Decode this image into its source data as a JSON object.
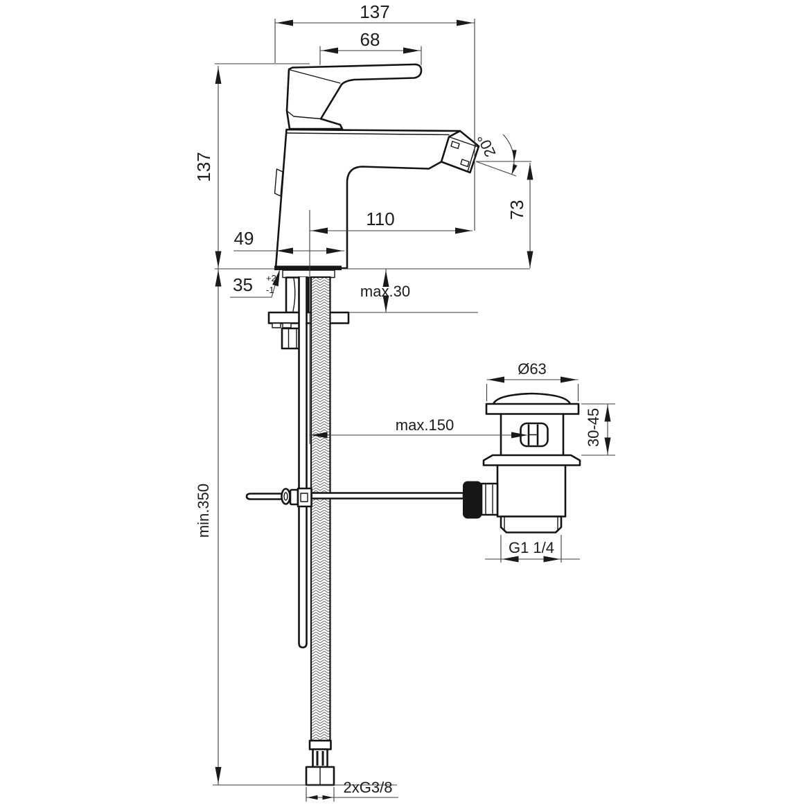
{
  "drawing": {
    "type": "technical-dimension-drawing",
    "subject": "single-lever bidet mixer with pop-up waste and flexible supply hose",
    "background_color": "#ffffff",
    "line_color": "#141414",
    "dimension_color": "#3d3d3d"
  },
  "dimensions": {
    "overall_length": "137",
    "handle_length": "68",
    "height_to_deck": "137",
    "spout_angle": "20°",
    "spout_reach": "110",
    "body_base_width": "49",
    "mounting_hole": {
      "value": "35",
      "tol_plus": "+2",
      "tol_minus": "-1"
    },
    "max_deck_thickness": "max.30",
    "spout_height": "73",
    "waste_flange_diameter": "Ø63",
    "pull_rod_reach": "max.150",
    "waste_height_range": "30-45",
    "waste_thread": "G1 1/4",
    "min_clearance": "min.350",
    "supply_thread": "2xG3/8"
  }
}
